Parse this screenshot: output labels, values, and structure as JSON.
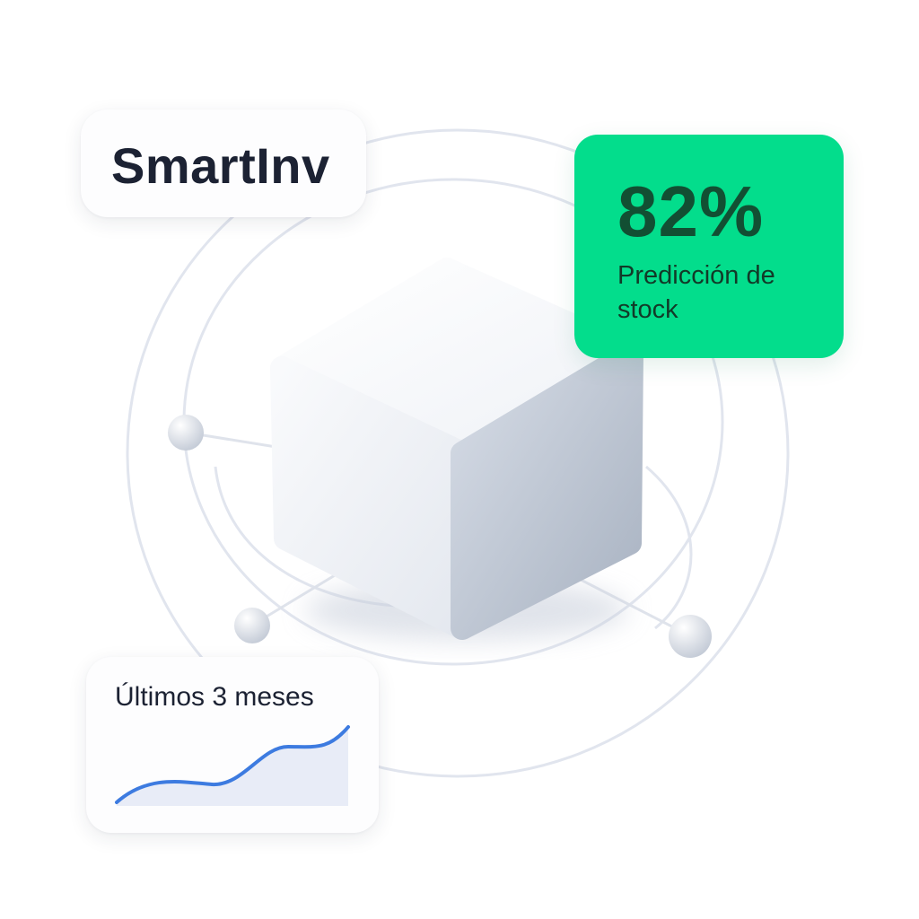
{
  "brand": {
    "name": "SmartInv"
  },
  "stat": {
    "value": "82%",
    "label": "Predicción de stock",
    "bg_color": "#03dd8c"
  },
  "trend": {
    "title": "Últimos 3 meses",
    "line_color": "#3d7be0",
    "fill_color": "#e8ecf7"
  },
  "icons": {
    "center": "cube-icon",
    "nodes": "node-icon"
  }
}
